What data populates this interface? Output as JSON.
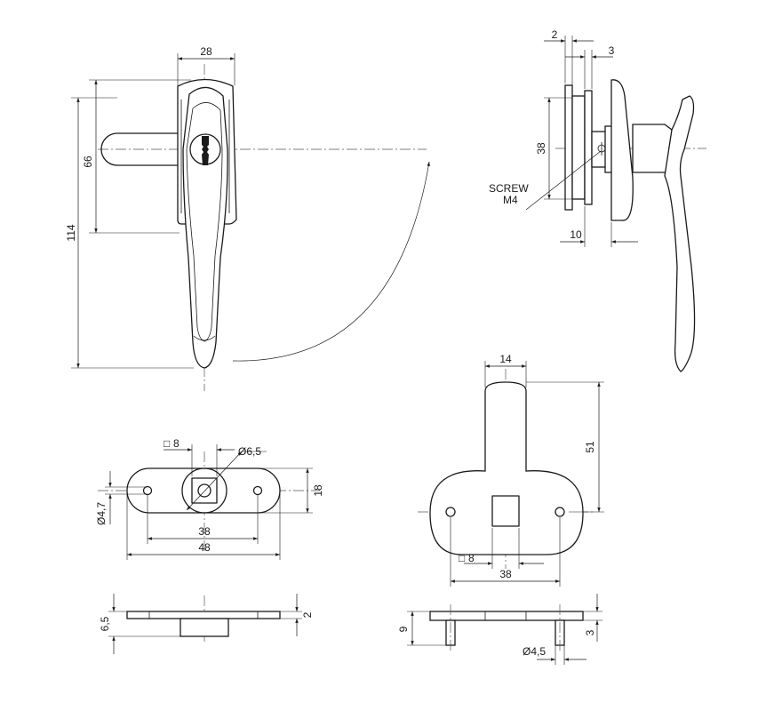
{
  "dimensions": {
    "handle_front": {
      "width": "28",
      "upper_height": "66",
      "total_height": "114"
    },
    "handle_side": {
      "top_left": "2",
      "top_right": "3",
      "body_height": "38",
      "bottom_offset": "10",
      "screw_line1": "SCREW",
      "screw_line2": "M4"
    },
    "small_plate_top": {
      "square": "8",
      "bore": "Ø6,5",
      "hole": "Ø4,7",
      "height": "18",
      "hole_pitch": "38",
      "length": "48"
    },
    "large_plate_top": {
      "width": "14",
      "height": "51",
      "square": "8",
      "hole_pitch": "38"
    },
    "small_plate_side": {
      "height": "6,5",
      "thickness": "2"
    },
    "large_plate_side": {
      "height": "9",
      "thickness": "3",
      "pin": "Ø4,5"
    }
  }
}
